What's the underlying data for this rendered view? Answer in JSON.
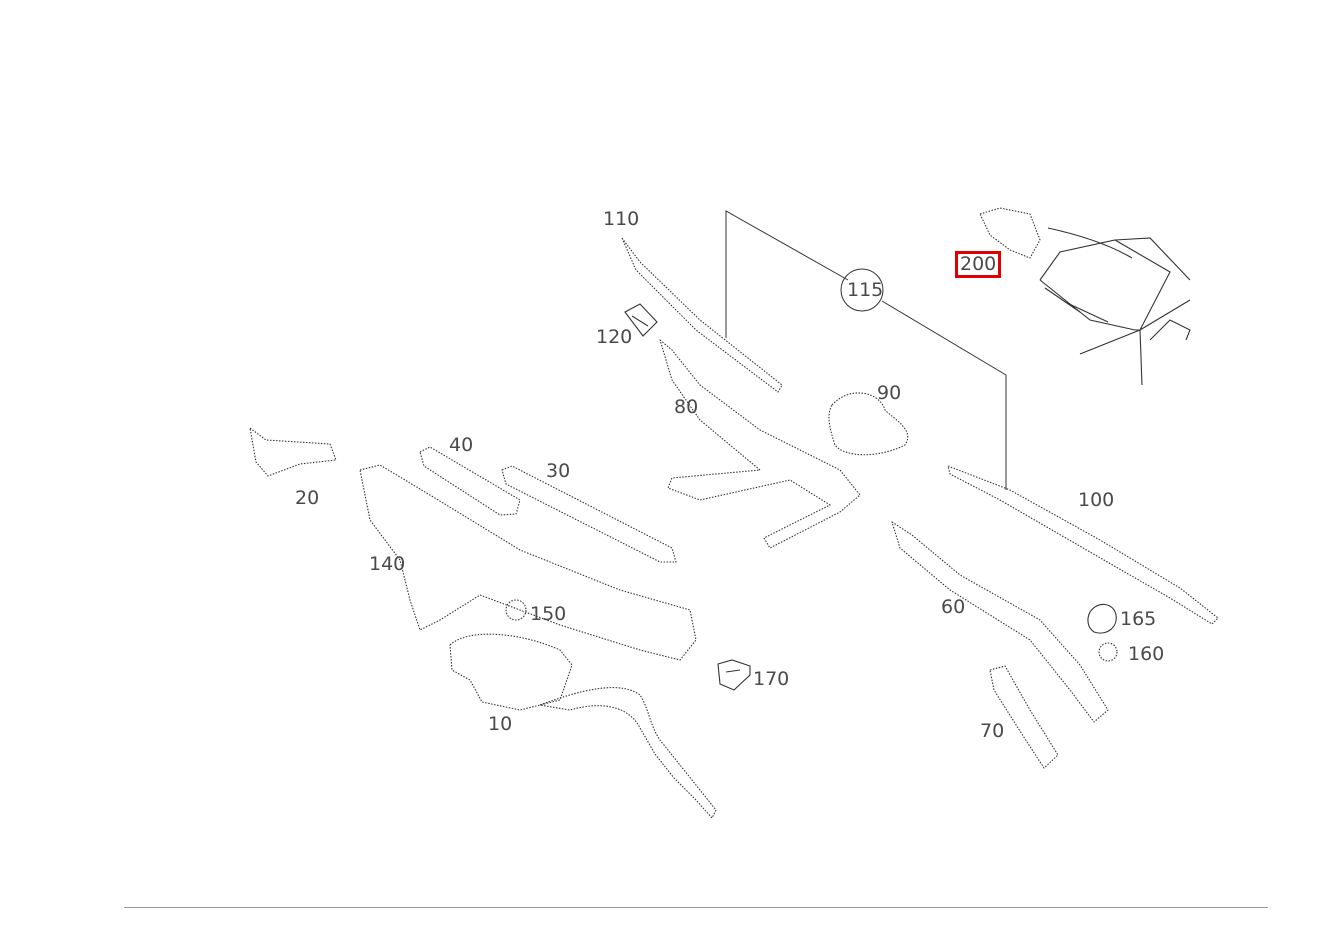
{
  "parts": {
    "p10": "10",
    "p20": "20",
    "p30": "30",
    "p40": "40",
    "p60": "60",
    "p70": "70",
    "p80": "80",
    "p90": "90",
    "p100": "100",
    "p110": "110",
    "p115": "115",
    "p120": "120",
    "p140": "140",
    "p150": "150",
    "p160": "160",
    "p165": "165",
    "p170": "170",
    "p200": "200"
  },
  "highlight": {
    "part": "200",
    "color": "#e00000"
  }
}
